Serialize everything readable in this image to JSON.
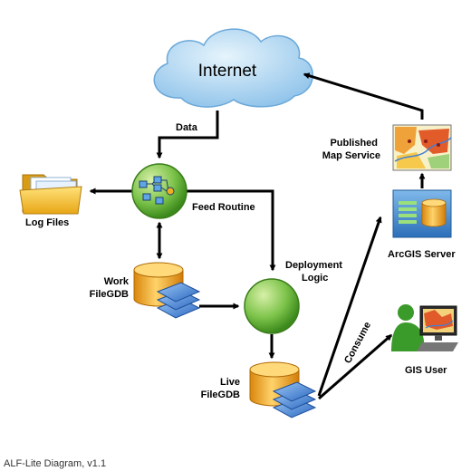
{
  "cloud": {
    "label": "Internet"
  },
  "edges": {
    "data": "Data",
    "consume": "Consume"
  },
  "nodes": {
    "log_files": "Log Files",
    "feed_routine": "Feed Routine",
    "work_filegdb": [
      "Work",
      "FileGDB"
    ],
    "deployment_logic": [
      "Deployment",
      "Logic"
    ],
    "live_filegdb": [
      "Live",
      "FileGDB"
    ],
    "published_map_service": [
      "Published",
      "Map Service"
    ],
    "arcgis_server": "ArcGIS Server",
    "gis_user": "GIS User"
  },
  "footer": "ALF-Lite Diagram, v1.1",
  "colors": {
    "cloud": "#a9d3f0",
    "feed_green": "#7cc34a",
    "cylinder": "#f5a51e",
    "layers": "#3f7fd6",
    "arrow": "#000000"
  }
}
